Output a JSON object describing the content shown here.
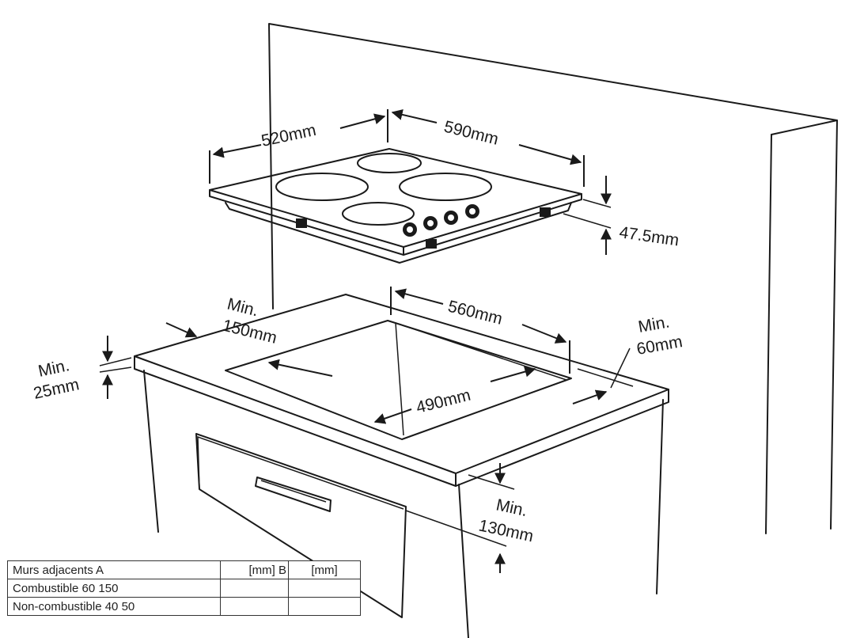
{
  "dimensions": {
    "hob_depth": "520mm",
    "hob_width": "590mm",
    "hob_height": "47.5mm",
    "cutout_width": "560mm",
    "cutout_depth": "490mm",
    "min_back_label": "Min.",
    "min_back_value": "150mm",
    "min_side_label": "Min.",
    "min_side_value": "60mm",
    "min_front_label": "Min.",
    "min_front_value": "25mm",
    "min_below_label": "Min.",
    "min_below_value": "130mm"
  },
  "table": {
    "header": [
      "Murs adjacents A",
      "[mm] B",
      "[mm]"
    ],
    "rows": [
      [
        "Combustible 60 150",
        "",
        ""
      ],
      [
        "Non-combustible 40 50",
        "",
        ""
      ]
    ]
  }
}
